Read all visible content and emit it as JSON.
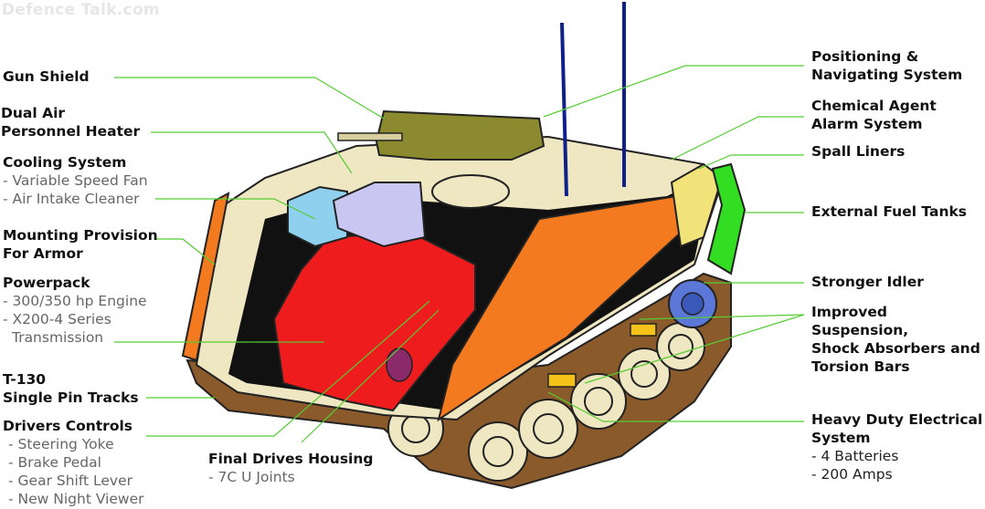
{
  "watermark": "Defence Talk.com",
  "labels": {
    "gun_shield": "Gun Shield",
    "dual_air_1": "Dual Air",
    "dual_air_2": "Personnel Heater",
    "cooling": "Cooling System",
    "cooling_s1": "- Variable Speed Fan",
    "cooling_s2": "- Air Intake Cleaner",
    "mounting_1": "Mounting Provision",
    "mounting_2": "For Armor",
    "powerpack": "Powerpack",
    "pp_s1": "- 300/350 hp Engine",
    "pp_s2": "- X200-4 Series",
    "pp_s3": "Transmission",
    "t130_1": "T-130",
    "t130_2": "Single Pin Tracks",
    "drivers": "Drivers Controls",
    "dc_s1": "- Steering Yoke",
    "dc_s2": "- Brake Pedal",
    "dc_s3": "- Gear Shift Lever",
    "dc_s4": "- New Night Viewer",
    "final_drives": "Final Drives Housing",
    "fd_s1": "- 7C U Joints",
    "positioning_1": "Positioning &",
    "positioning_2": "Navigating System",
    "chemical_1": "Chemical Agent",
    "chemical_2": "Alarm System",
    "spall": "Spall Liners",
    "fuel": "External Fuel Tanks",
    "idler": "Stronger Idler",
    "susp_1": "Improved Suspension,",
    "susp_2": "Shock Absorbers and",
    "susp_3": "Torsion Bars",
    "electrical_1": "Heavy Duty Electrical",
    "electrical_2": "System",
    "el_s1": "- 4 Batteries",
    "el_s2": "- 200 Amps"
  },
  "colors": {
    "leader": "#55cc33",
    "hull": "#efe6c2",
    "armor": "#f47a20",
    "engine": "#ee1c1c",
    "track": "#8b5a2b",
    "fuel": "#33dd22",
    "turret": "#8c8a2e",
    "cooling": "#8fd0ef",
    "heater": "#c9c6f2"
  }
}
